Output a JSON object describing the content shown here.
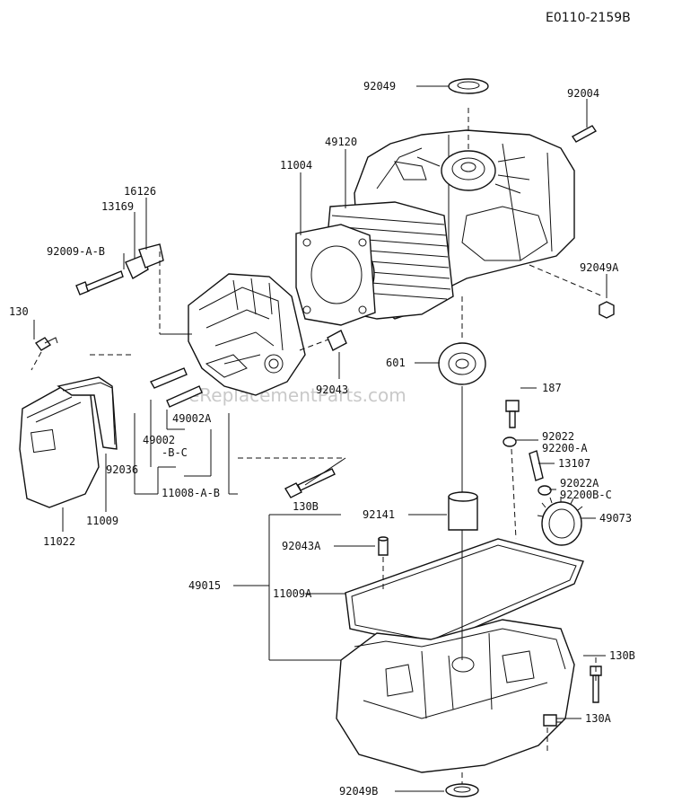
{
  "diagram_code": "E0110-2159B",
  "watermark": "eReplacementParts.com",
  "labels": {
    "l92049": "92049",
    "l92004": "92004",
    "l49120": "49120",
    "l11004": "11004",
    "l16126": "16126",
    "l13169": "13169",
    "l92009": "92009-A-B",
    "l130": "130",
    "l92049A": "92049A",
    "l601": "601",
    "l92043": "92043",
    "l49002A": "49002A",
    "l49002": "49002",
    "l49002bc": "-B-C",
    "l92036": "92036",
    "l11008": "11008-A-B",
    "l11009": "11009",
    "l11022": "11022",
    "l187": "187",
    "l92022": "92022",
    "l92200A": "92200-A",
    "l13107": "13107",
    "l92022A": "92022A",
    "l92200BC": "92200B-C",
    "l49073": "49073",
    "l130B_top": "130B",
    "l92141": "92141",
    "l92043A": "92043A",
    "l49015": "49015",
    "l11009A": "11009A",
    "l130B": "130B",
    "l130A": "130A",
    "l92049B": "92049B"
  }
}
